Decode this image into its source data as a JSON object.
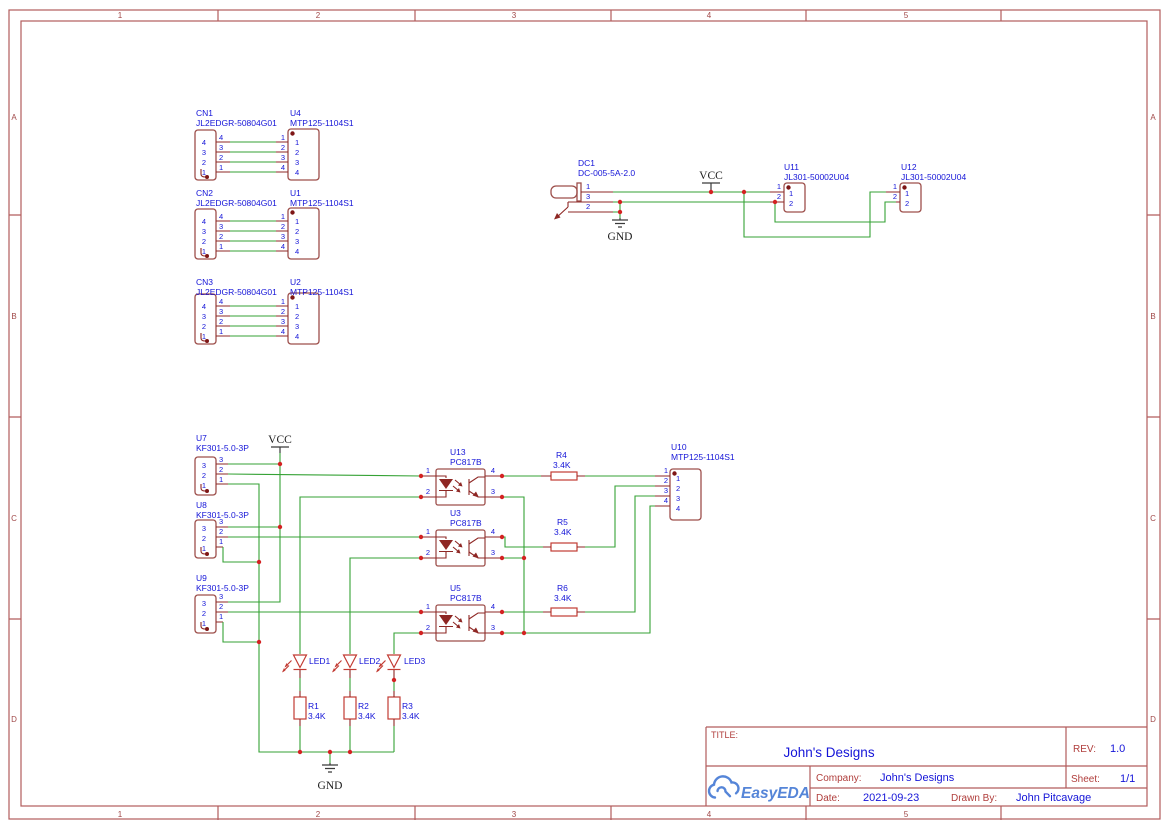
{
  "frame": {
    "cols": [
      "1",
      "2",
      "3",
      "4",
      "5"
    ],
    "rows": [
      "A",
      "B",
      "C",
      "D"
    ]
  },
  "digits": {
    "d1": "1",
    "d2": "2",
    "d3": "3",
    "d4": "4"
  },
  "nets": {
    "vcc": "VCC",
    "gnd": "GND"
  },
  "parts": {
    "cn1": {
      "ref": "CN1",
      "part": "JL2EDGR-50804G01"
    },
    "cn2": {
      "ref": "CN2",
      "part": "JL2EDGR-50804G01"
    },
    "cn3": {
      "ref": "CN3",
      "part": "JL2EDGR-50804G01"
    },
    "u4": {
      "ref": "U4",
      "part": "MTP125-1104S1"
    },
    "u1": {
      "ref": "U1",
      "part": "MTP125-1104S1"
    },
    "u2": {
      "ref": "U2",
      "part": "MTP125-1104S1"
    },
    "u10": {
      "ref": "U10",
      "part": "MTP125-1104S1"
    },
    "dc1": {
      "ref": "DC1",
      "part": "DC-005-5A-2.0"
    },
    "u11": {
      "ref": "U11",
      "part": "JL301-50002U04"
    },
    "u12": {
      "ref": "U12",
      "part": "JL301-50002U04"
    },
    "u7": {
      "ref": "U7",
      "part": "KF301-5.0-3P"
    },
    "u8": {
      "ref": "U8",
      "part": "KF301-5.0-3P"
    },
    "u9": {
      "ref": "U9",
      "part": "KF301-5.0-3P"
    },
    "u13": {
      "ref": "U13",
      "part": "PC817B"
    },
    "u3": {
      "ref": "U3",
      "part": "PC817B"
    },
    "u5": {
      "ref": "U5",
      "part": "PC817B"
    },
    "r1": {
      "ref": "R1",
      "value": "3.4K"
    },
    "r2": {
      "ref": "R2",
      "value": "3.4K"
    },
    "r3": {
      "ref": "R3",
      "value": "3.4K"
    },
    "r4": {
      "ref": "R4",
      "value": "3.4K"
    },
    "r5": {
      "ref": "R5",
      "value": "3.4K"
    },
    "r6": {
      "ref": "R6",
      "value": "3.4K"
    },
    "led1": {
      "ref": "LED1"
    },
    "led2": {
      "ref": "LED2"
    },
    "led3": {
      "ref": "LED3"
    }
  },
  "title_block": {
    "title_label": "TITLE:",
    "title": "John's Designs",
    "rev_label": "REV:",
    "rev": "1.0",
    "company_label": "Company:",
    "company": "John's Designs",
    "sheet_label": "Sheet:",
    "sheet": "1/1",
    "date_label": "Date:",
    "date": "2021-09-23",
    "drawn_by_label": "Drawn By:",
    "drawn_by": "John Pitcavage",
    "logo": "EasyEDA"
  },
  "colors": {
    "wire": "#35a235",
    "outline": "#9d4f4b",
    "accent_red": "#c23b33",
    "text_blue": "#1414d8",
    "frame": "#b25c5c",
    "junction": "#d32222",
    "logo_blue": "#5585d8"
  }
}
